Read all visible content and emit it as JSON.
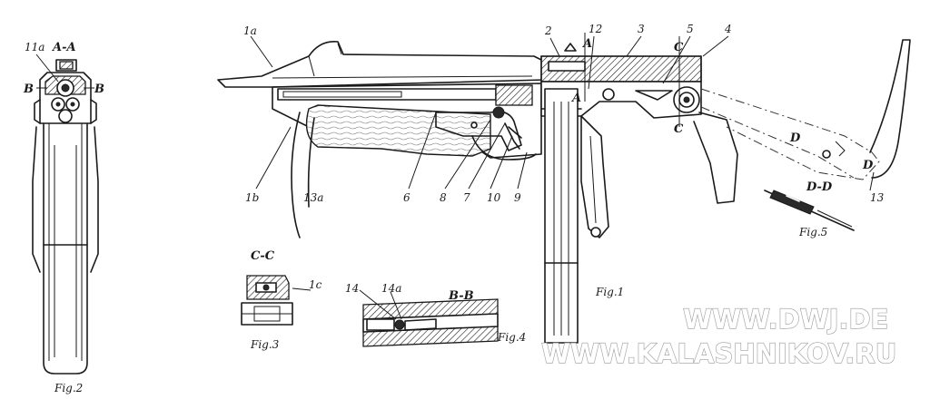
{
  "section_labels": {
    "aa": "A-A",
    "cc": "C-C",
    "bb": "B-B",
    "dd": "D-D"
  },
  "figures": {
    "fig1": "Fig.1",
    "fig2": "Fig.2",
    "fig3": "Fig.3",
    "fig4": "Fig.4",
    "fig5": "Fig.5"
  },
  "part_numbers": {
    "p1a": "1a",
    "p1b": "1b",
    "p1c": "1c",
    "p2": "2",
    "p3": "3",
    "p4": "4",
    "p5": "5",
    "p6": "6",
    "p7": "7",
    "p8": "8",
    "p9": "9",
    "p10": "10",
    "p11a": "11a",
    "p12": "12",
    "p13": "13",
    "p13a": "13a",
    "p14": "14",
    "p14a": "14a"
  },
  "cut_marks": {
    "A_top": "A",
    "A_side": "A",
    "B_left": "B",
    "B_right": "B",
    "C_top": "C",
    "C_bottom": "C",
    "D_left": "D",
    "D_right": "D"
  },
  "watermark": {
    "line1": "WWW.DWJ.DE",
    "line2": "WWW.KALASHNIKOV.RU"
  },
  "colors": {
    "ink": "#1a1a1a",
    "background": "#ffffff",
    "watermark_outline": "#9a9a9a"
  }
}
